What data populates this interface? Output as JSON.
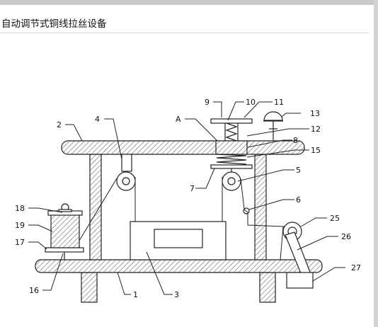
{
  "title": "自动调节式铜线拉丝设备",
  "labels": {
    "l1": "1",
    "l2": "2",
    "l3": "3",
    "l4": "4",
    "l5": "5",
    "l6": "6",
    "l7": "7",
    "l8": "8",
    "l9": "9",
    "l10": "10",
    "l11": "11",
    "l12": "12",
    "l13": "13",
    "l15": "15",
    "l16": "16",
    "l17": "17",
    "l18": "18",
    "l19": "19",
    "l25": "25",
    "l26": "26",
    "l27": "27",
    "lA": "A"
  }
}
